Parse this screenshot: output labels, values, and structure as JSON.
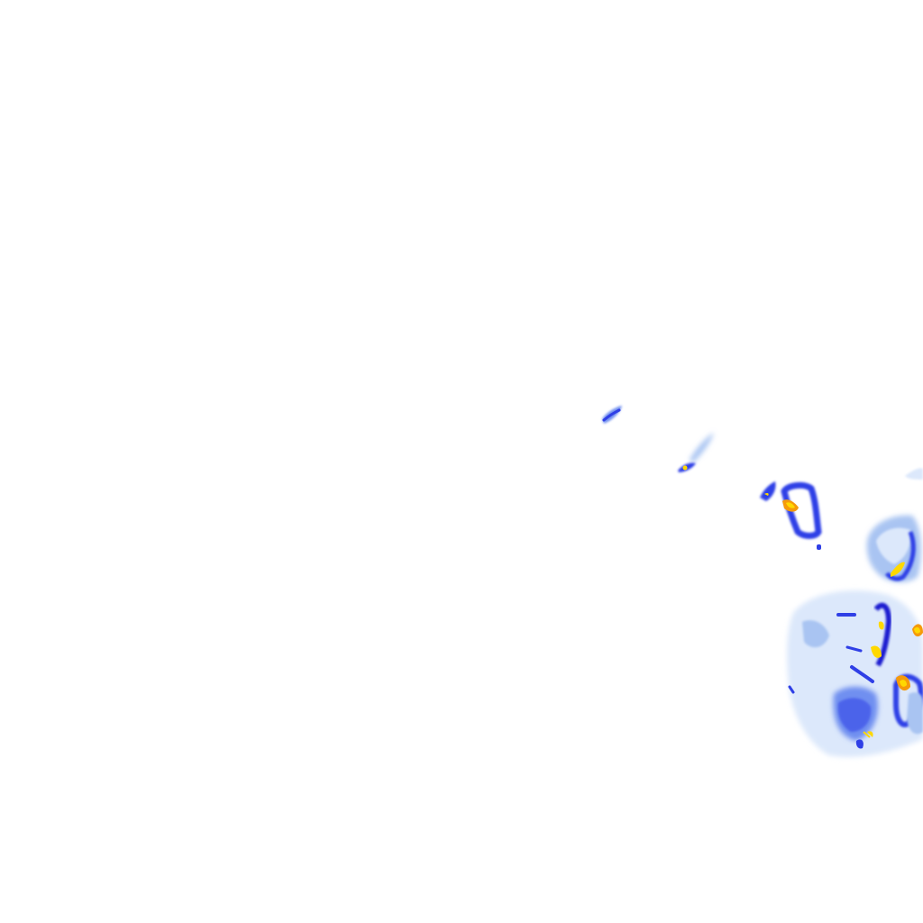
{
  "map": {
    "kind": "radar-reflectivity-overlay-tile",
    "background": "#ffffff",
    "colors": {
      "very_light": "#dce8fb",
      "light": "#a9c4f2",
      "medium": "#6f8ff0",
      "strong": "#2f3fe6",
      "deep": "#1a1fd0",
      "heavy_yellow": "#ffd800",
      "heavy_orange": "#f59a0a"
    },
    "cells": [
      {
        "name": "echo-streak-1",
        "intensity": "medium"
      },
      {
        "name": "echo-streak-2",
        "intensity": "medium"
      },
      {
        "name": "echo-small-cell-1",
        "intensity": "heavy"
      },
      {
        "name": "echo-cell-ring",
        "intensity": "heavy"
      },
      {
        "name": "echo-large-cell-right",
        "intensity": "heavy"
      },
      {
        "name": "echo-cluster-lower-right",
        "intensity": "heavy"
      }
    ]
  }
}
